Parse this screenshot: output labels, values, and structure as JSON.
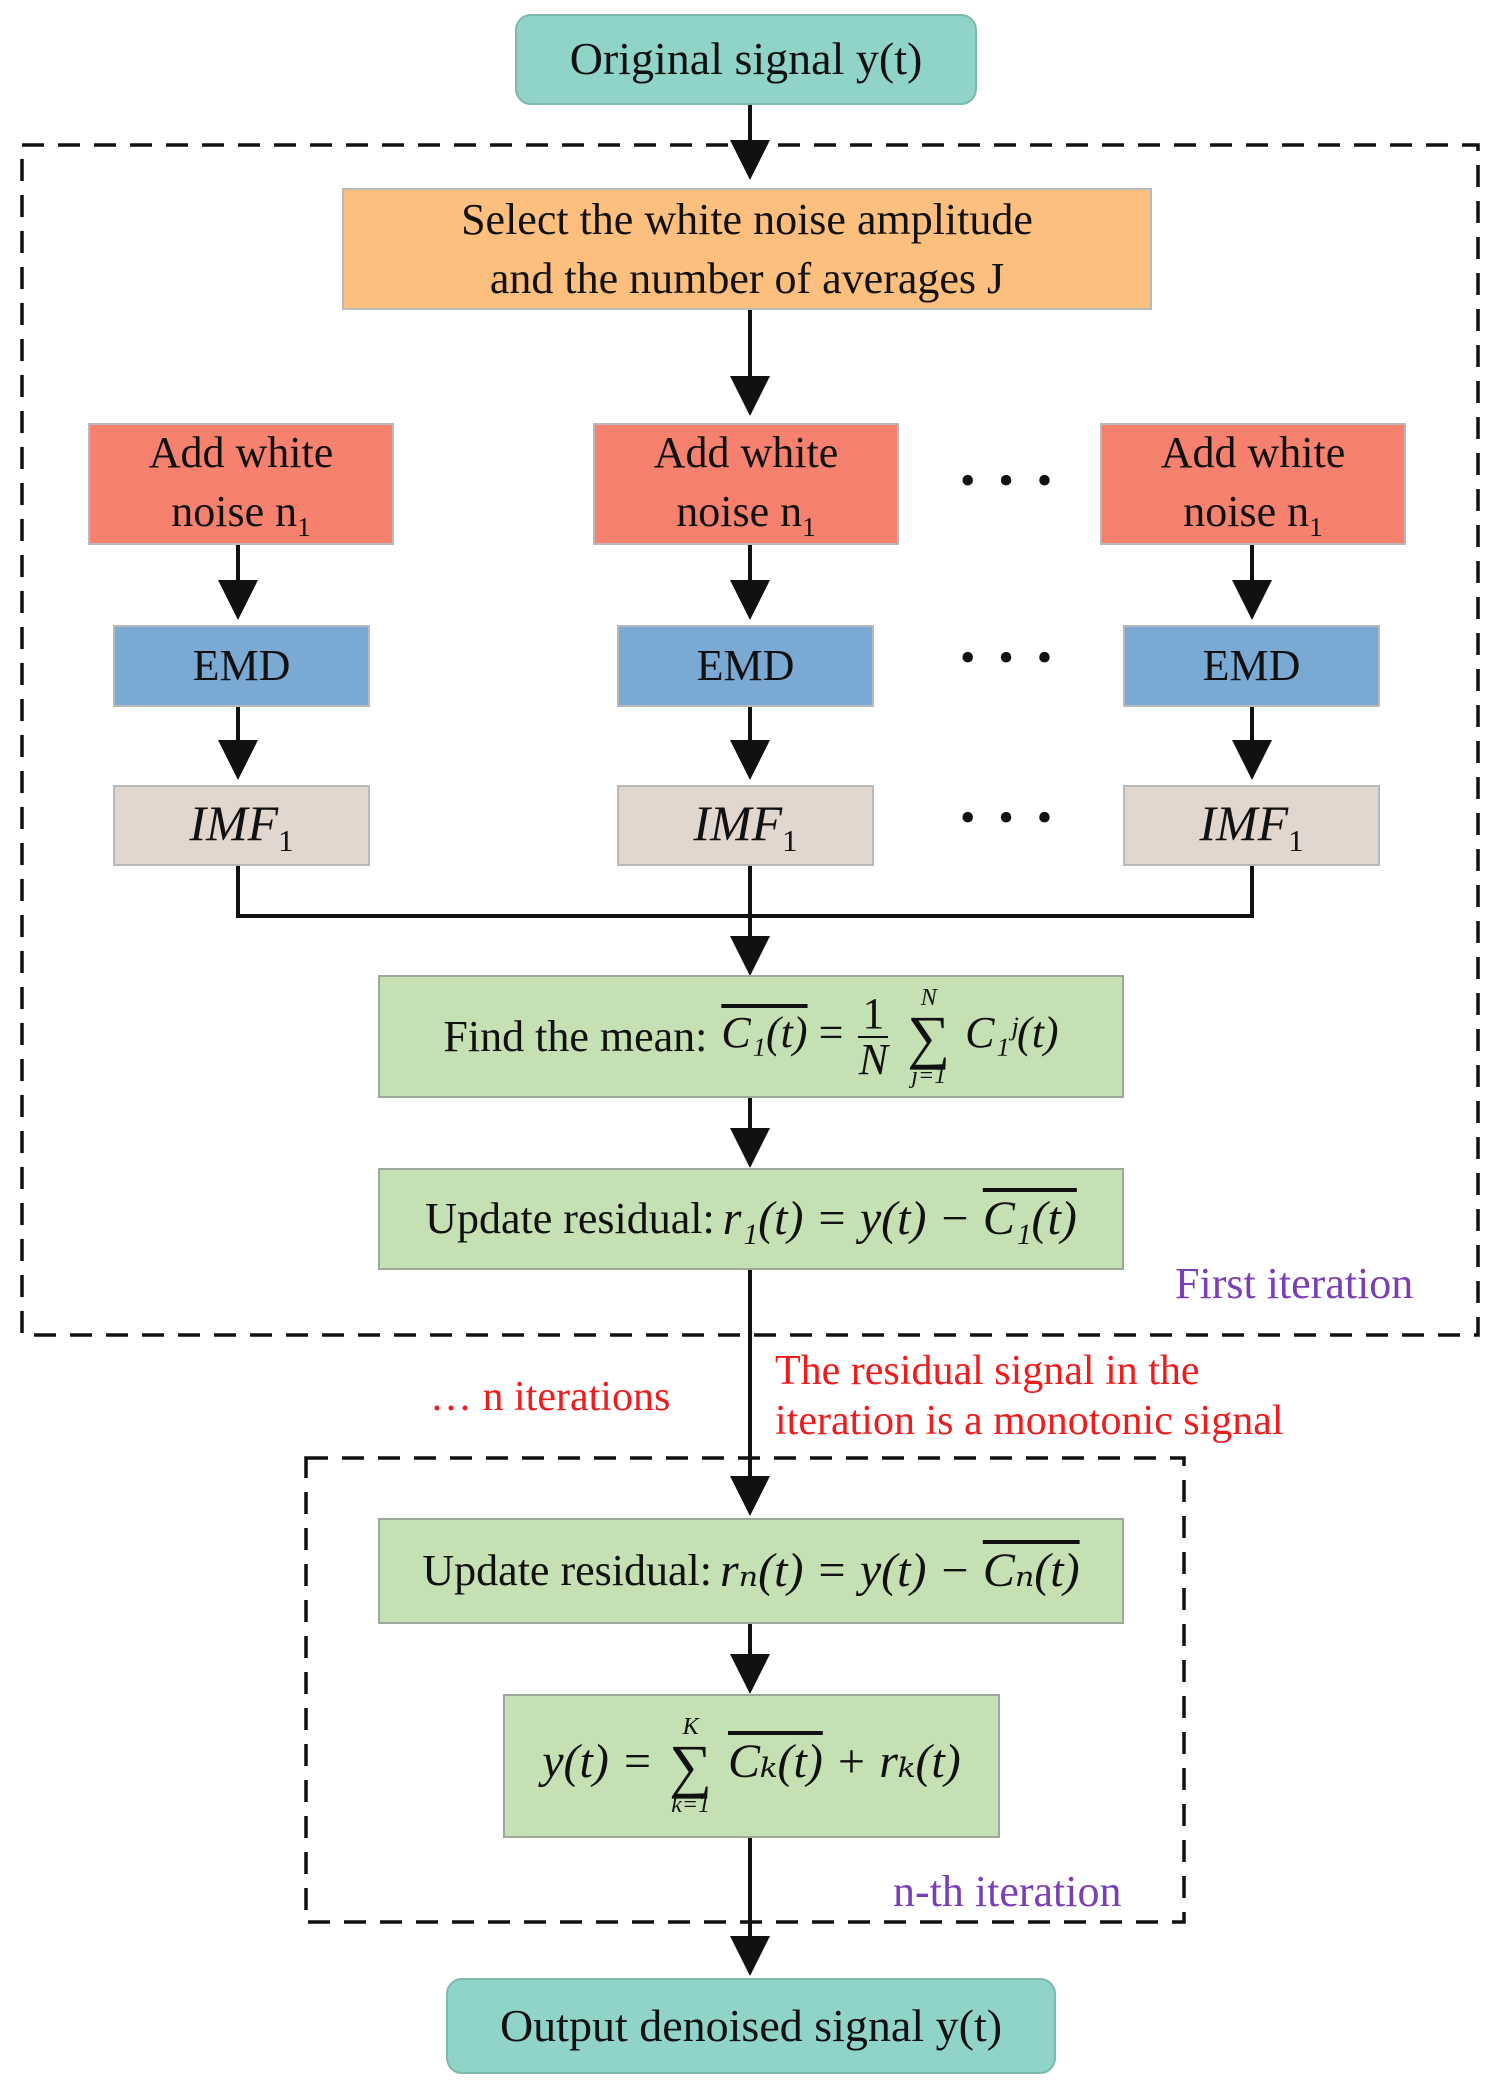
{
  "nodes": {
    "original": "Original signal y(t)",
    "select_line1": "Select the white noise amplitude",
    "select_line2": "and the number of averages J",
    "add_noise_line1": "Add white",
    "add_noise_line2": "noise n",
    "add_noise_sub": "1",
    "emd": "EMD",
    "imf": "IMF",
    "imf_sub": "1",
    "mean_label": "Find the mean:",
    "update1_label": "Update residual:",
    "update_n_label": "Update residual:",
    "output": "Output denoised signal y(t)"
  },
  "formulas": {
    "mean_lhs": "C₁(t)",
    "mean_eq": "=",
    "mean_num": "1",
    "mean_den": "N",
    "sum_top_1": "N",
    "sum_bottom_1": "j=1",
    "mean_term": "C₁ʲ(t)",
    "update1": "r₁(t) = y(t) − ",
    "update1_bar": "C₁(t)",
    "update_n": "rₙ(t) = y(t) − ",
    "update_n_bar": "Cₙ(t)",
    "final_lhs": "y(t) =",
    "sum_top_2": "K",
    "sum_bottom_2": "k=1",
    "final_bar": "Cₖ(t)",
    "final_tail": "+ rₖ(t)"
  },
  "ellipsis": "• • •",
  "labels": {
    "first_iteration": "First iteration",
    "n_iterations": "… n iterations",
    "residual_note_line1": "The residual signal in the",
    "residual_note_line2": "iteration is a monotonic signal",
    "nth_iteration": "n-th iteration"
  },
  "colors": {
    "teal": "#8fd3c9",
    "orange": "#fdbf7d",
    "red": "#f6816e",
    "blue": "#7aaad4",
    "beige": "#e2d7ce",
    "green": "#c5e0b3",
    "purple_text": "#7a3fb8",
    "red_text": "#ee1c1c"
  }
}
